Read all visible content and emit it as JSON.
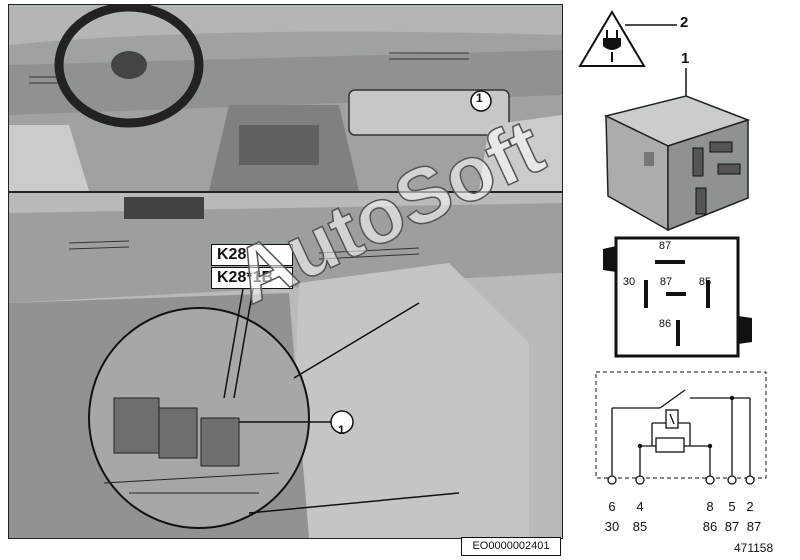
{
  "photos": {
    "top": {
      "callout": "1"
    },
    "bottom": {
      "callout": "1",
      "code_k28": "K28",
      "code_k28_1b": "K28*1B"
    },
    "caption": "EO0000002401"
  },
  "watermark": "AutoSoft",
  "legend": {
    "part_1": "1",
    "part_2": "2"
  },
  "relay_face": {
    "pins": {
      "top": "87",
      "left": "30",
      "center": "87",
      "right": "85",
      "bottom": "86"
    }
  },
  "schematic": {
    "pins_top": [
      "6",
      "4",
      "8",
      "5",
      "2"
    ],
    "pins_bottom": [
      "30",
      "85",
      "86",
      "87",
      "87"
    ]
  },
  "figure_number": "471158",
  "colors": {
    "photo_bg": "#a8acab",
    "relay_body": "#b9bdbb",
    "line": "#111111"
  }
}
